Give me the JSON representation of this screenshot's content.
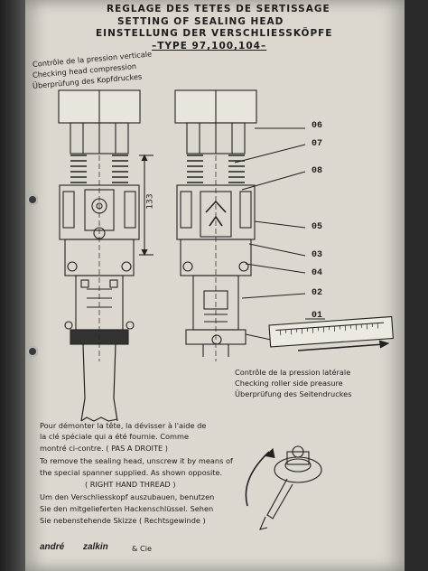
{
  "header": {
    "line1": "REGLAGE DES TETES DE SERTISSAGE",
    "line2": "SETTING OF SEALING HEAD",
    "line3": "EINSTELLUNG DER VERSCHLIESSKÖPFE",
    "type": "–TYPE 97,100,104–"
  },
  "left_caption": {
    "fr": "Contrôle de la pression verticale",
    "en": "Checking head compression",
    "de": "Überprüfung des Kopfdruckes"
  },
  "dimension": "133",
  "callouts": [
    "06",
    "07",
    "08",
    "05",
    "03",
    "04",
    "02",
    "01"
  ],
  "lateral_caption": {
    "fr": "Contrôle de la pression latérale",
    "en": "Checking roller side preasure",
    "de": "Überprüfung des Seitendruckes"
  },
  "instructions": {
    "fr1": "Pour démonter la tête, la dévisser à l'aide de",
    "fr2": "la clé spéciale qui a été fournie. Comme",
    "fr3": "montré ci-contre. ( PAS A DROITE )",
    "en1": "To remove the sealing head, unscrew it by means of",
    "en2": "the special spanner supplied. As shown opposite.",
    "en3": "( RIGHT HAND THREAD )",
    "de1": "Um den Verschliesskopf auszubauen, benutzen",
    "de2": "Sie den mitgelieferten Hackenschlüssel. Sehen",
    "de3": "Sie nebenstehende Skizze ( Rechtsgewinde )"
  },
  "footer": {
    "brand1": "andré",
    "brand2": "zalkin",
    "suffix": "& Cie"
  }
}
